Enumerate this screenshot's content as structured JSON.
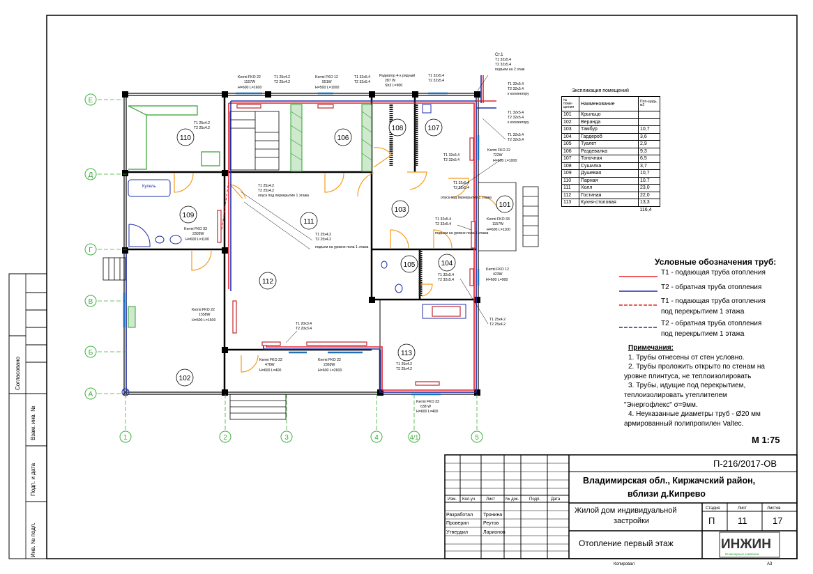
{
  "drawing": {
    "rooms": [
      "101",
      "102",
      "103",
      "104",
      "105",
      "106",
      "107",
      "108",
      "109",
      "110",
      "111",
      "112",
      "113"
    ],
    "axes_letters": [
      "Е",
      "Д",
      "Г",
      "В",
      "Б",
      "А"
    ],
    "axes_numbers": [
      "1",
      "2",
      "3",
      "4",
      "4/1",
      "5"
    ],
    "radiators": [
      {
        "name": "Kermi FKO 22",
        "power": "1157W",
        "size": "H=600 L=1600"
      },
      {
        "name": "Kermi FKO 12",
        "power": "551W",
        "size": "H=500 L=1000"
      },
      {
        "name": "Радиатор 4-х рядный",
        "power": "287 W",
        "size": "Sh3 L=900"
      },
      {
        "name": "Kermi FKO 22",
        "power": "722W",
        "size": "H=600 L=1000"
      },
      {
        "name": "Kermi FKO 33",
        "power": "1157W",
        "size": "H=600 L=1100"
      },
      {
        "name": "Kermi FKO 12",
        "power": "423W",
        "size": "H=600 L=900"
      },
      {
        "name": "Kermi FKO 33",
        "power": "2305W",
        "size": "H=600 L=1100"
      },
      {
        "name": "Kermi FKO 22",
        "power": "1558W",
        "size": "H=600 L=1600"
      },
      {
        "name": "Kermi FKO 22",
        "power": "470W",
        "size": "H=600 L=400"
      },
      {
        "name": "Kermi FKO 22",
        "power": "2369W",
        "size": "H=600 L=2600"
      },
      {
        "name": "Kermi FKO 33",
        "power": "638 W",
        "size": "H=600 L=400"
      }
    ],
    "pipe_labels": [
      {
        "t1": "T1 25x4.2",
        "t2": "T2 25x4.2"
      },
      {
        "t1": "T1 32x5.4",
        "t2": "T2 32x5.4"
      },
      {
        "t1": "T1 20x3.4",
        "t2": "T2 20x3.4"
      }
    ],
    "stoyak": "Ст.1",
    "riser_notes": [
      "подъем на 2 этаж",
      "к коллектору",
      "опуск под перекрытие 1 этажа",
      "подъем на уровне пола 1 этажа"
    ],
    "bath_label": "Купель"
  },
  "explication": {
    "title": "Экспликация помещений",
    "headers": [
      "№ поме-щения",
      "Наименование",
      "Пло-щадь, м2"
    ],
    "rows": [
      [
        "101",
        "Крыльцо",
        ""
      ],
      [
        "102",
        "Веранда",
        ""
      ],
      [
        "103",
        "Тамбур",
        "10,7"
      ],
      [
        "104",
        "Гардероб",
        "3,6"
      ],
      [
        "105",
        "Туалет",
        "2,9"
      ],
      [
        "106",
        "Раздевалка",
        "9,3"
      ],
      [
        "107",
        "Топочная",
        "6,5"
      ],
      [
        "108",
        "Сушилка",
        "3,7"
      ],
      [
        "109",
        "Душевая",
        "10,7"
      ],
      [
        "110",
        "Парная",
        "10,7"
      ],
      [
        "111",
        "Холл",
        "23,0"
      ],
      [
        "112",
        "Гостиная",
        "22,0"
      ],
      [
        "113",
        "Кухня-столовая",
        "13,3"
      ]
    ],
    "total": "116,4"
  },
  "legend": {
    "title": "Условные обозначения труб:",
    "items": [
      {
        "text": "Т1 - подающая труба отопления",
        "text2": "",
        "color": "#e8202a",
        "dashed": false
      },
      {
        "text": "Т2 - обратная труба отопления",
        "text2": "",
        "color": "#1d2fa8",
        "dashed": false
      },
      {
        "text": "Т1 - подающая труба отопления",
        "text2": "под перекрытием 1 этажа",
        "color": "#e8202a",
        "dashed": true
      },
      {
        "text": "Т2 - обратная труба отопления",
        "text2": "под перекрытием 1 этажа",
        "color": "#1d2fa8",
        "dashed": true
      }
    ]
  },
  "notes": {
    "title": "Примечания:",
    "lines": [
      "1. Трубы отнесены от стен условно.",
      "2. Трубы проложить открыто по стенам на",
      "уровне плинтуса, не теплоизолировать",
      "3. Трубы, идущие под перекрытием,",
      "теплоизолировать утеплителем",
      "\"Энергофлекс\" σ=9мм.",
      "4. Неуказанные диаметры труб - Ø20 мм",
      "армированный полипропилен Valtec."
    ]
  },
  "scale": "М 1:75",
  "stamp": {
    "code": "П-216/2017-ОВ",
    "location1": "Владимирская обл., Киржачский район,",
    "location2": "вблизи д.Кипрево",
    "object1": "Жилой дом индивидуальной",
    "object2": "застройки",
    "sheet_title": "Отопление первый этаж",
    "stage_h": "Стадия",
    "sheet_h": "Лист",
    "sheets_h": "Листов",
    "stage": "П",
    "sheet": "11",
    "sheets": "17",
    "cols": [
      "Изм.",
      "Кол.уч",
      "Лист",
      "№ док.",
      "Подп.",
      "Дата"
    ],
    "roles": [
      "Разработал",
      "Проверил",
      "Утвердил"
    ],
    "names": [
      "Тронина",
      "Реутов",
      "Ларионов"
    ],
    "logo": "ИНЖИН",
    "logo_sub": "Инженерные компании",
    "copied": "Копировал",
    "format": "А3"
  },
  "sidebar": {
    "agreed": "Согласовано",
    "inv_orig": "Инв. № подл.",
    "sign_date": "Подп. и дата",
    "inv_repl": "Взам. инв. №"
  }
}
